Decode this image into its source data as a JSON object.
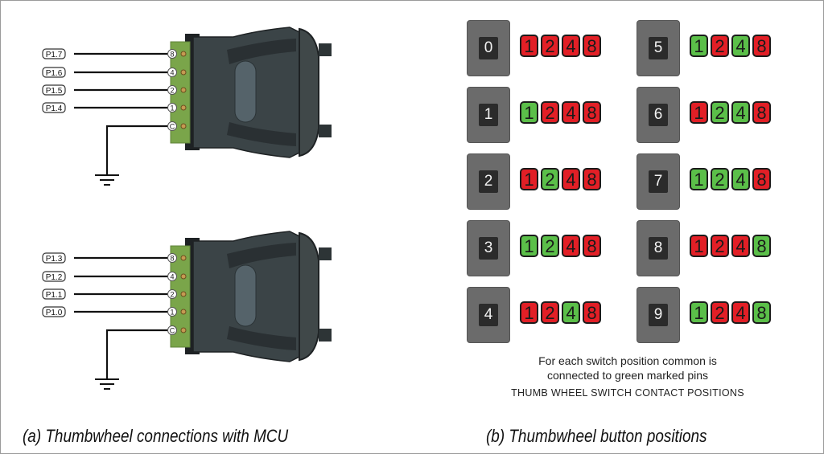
{
  "colors": {
    "on": "#5bbf49",
    "off": "#e21f26",
    "terminal_green": "#7aa54a",
    "body_dark": "#3b4447"
  },
  "panel_a": {
    "caption": "(a) Thumbwheel connections with MCU",
    "switches": [
      {
        "port_labels": [
          "P1.7",
          "P1.6",
          "P1.5",
          "P1.4"
        ],
        "pin_labels": [
          "8",
          "4",
          "2",
          "1",
          "C"
        ]
      },
      {
        "port_labels": [
          "P1.3",
          "P1.2",
          "P1.1",
          "P1.0"
        ],
        "pin_labels": [
          "8",
          "4",
          "2",
          "1",
          "C"
        ]
      }
    ],
    "ground_icon": "ground-symbol"
  },
  "panel_b": {
    "caption": "(b) Thumbwheel button positions",
    "pin_weights": [
      "1",
      "2",
      "4",
      "8"
    ],
    "positions": [
      {
        "digit": "0",
        "states": [
          false,
          false,
          false,
          false
        ]
      },
      {
        "digit": "1",
        "states": [
          true,
          false,
          false,
          false
        ]
      },
      {
        "digit": "2",
        "states": [
          false,
          true,
          false,
          false
        ]
      },
      {
        "digit": "3",
        "states": [
          true,
          true,
          false,
          false
        ]
      },
      {
        "digit": "4",
        "states": [
          false,
          false,
          true,
          false
        ]
      },
      {
        "digit": "5",
        "states": [
          true,
          false,
          true,
          false
        ]
      },
      {
        "digit": "6",
        "states": [
          false,
          true,
          true,
          false
        ]
      },
      {
        "digit": "7",
        "states": [
          true,
          true,
          true,
          false
        ]
      },
      {
        "digit": "8",
        "states": [
          false,
          false,
          false,
          true
        ]
      },
      {
        "digit": "9",
        "states": [
          true,
          false,
          false,
          true
        ]
      }
    ],
    "note_line1": "For each switch position common is",
    "note_line2": "connected to green marked pins",
    "title": "THUMB WHEEL SWITCH CONTACT POSITIONS"
  }
}
